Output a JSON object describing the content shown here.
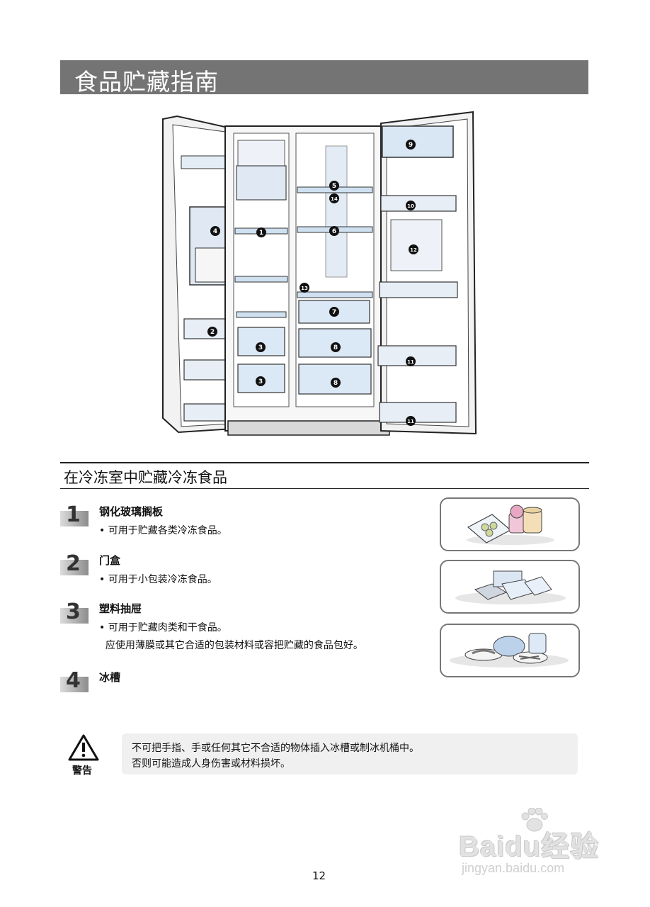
{
  "title": "食品贮藏指南",
  "fridge_labels": [
    "1",
    "2",
    "3",
    "3",
    "4",
    "5",
    "6",
    "7",
    "8",
    "8",
    "9",
    "10",
    "11",
    "11",
    "12",
    "13",
    "14"
  ],
  "section_title": "在冷冻室中贮藏冷冻食品",
  "items": [
    {
      "number": "1",
      "heading": "钢化玻璃搁板",
      "lines": [
        "• 可用于贮藏各类冷冻食品。"
      ]
    },
    {
      "number": "2",
      "heading": "门盒",
      "lines": [
        "• 可用于小包装冷冻食品。"
      ]
    },
    {
      "number": "3",
      "heading": "塑料抽屉",
      "lines": [
        "• 可用于贮藏肉类和干食品。",
        "  应使用薄膜或其它合适的包装材料或容把贮藏的食品包好。"
      ]
    },
    {
      "number": "4",
      "heading": "冰槽",
      "lines": []
    }
  ],
  "warning": {
    "label": "警告",
    "lines": [
      "不可把手指、手或任何其它不合适的物体插入冰槽或制冰机桶中。",
      "否则可能造成人身伤害或材料损坏。"
    ]
  },
  "page_number": "12",
  "watermark": {
    "line1": "Baidu经验",
    "line2": "jingyan.baidu.com"
  }
}
